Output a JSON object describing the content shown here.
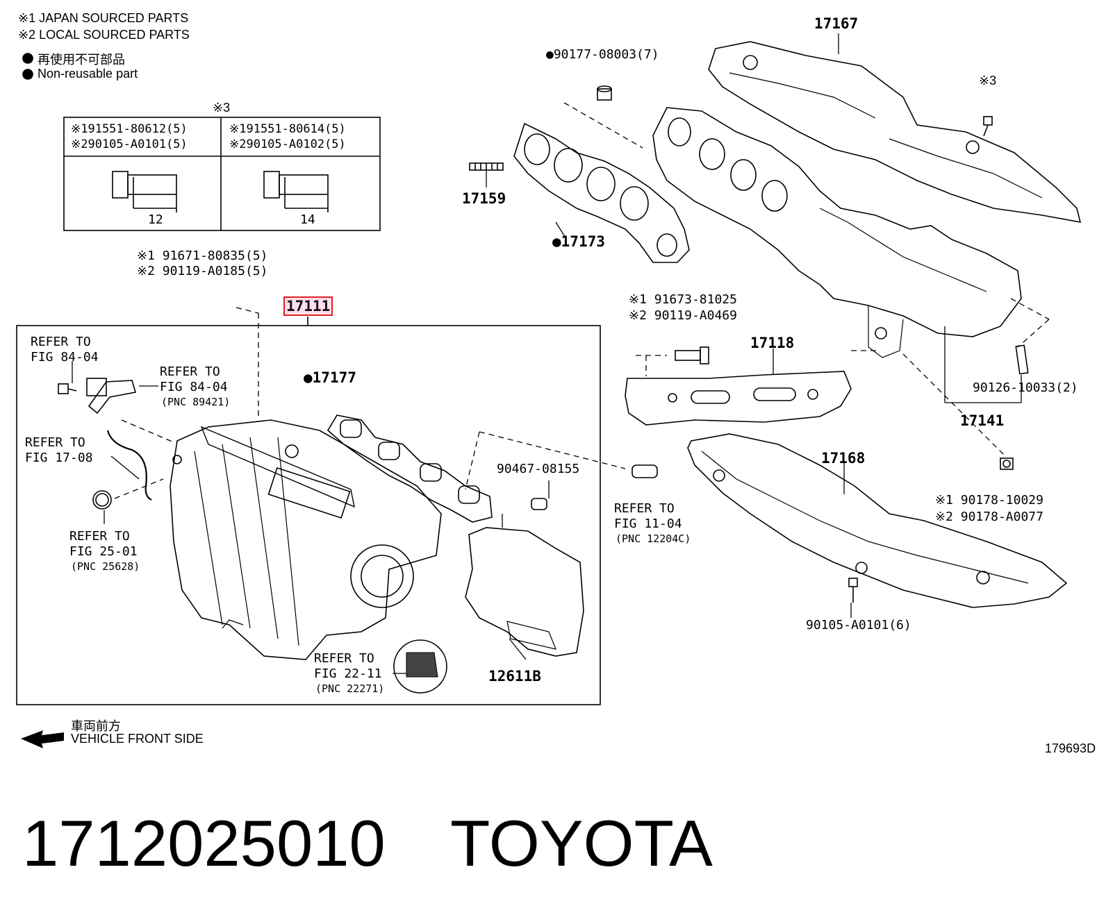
{
  "legend": {
    "note1": "※1 JAPAN SOURCED PARTS",
    "note2": "※2 LOCAL SOURCED PARTS",
    "nonreuse_jp": "再使用不可部品",
    "nonreuse_en": "Non-reusable part"
  },
  "bolt_table": {
    "group_mark": "※3",
    "left": {
      "pn1": "※191551-80612(5)",
      "pn2": "※290105-A0101(5)",
      "dim": "12"
    },
    "right": {
      "pn1": "※191551-80614(5)",
      "pn2": "※290105-A0102(5)",
      "dim": "14"
    }
  },
  "callouts": {
    "p17167": "17167",
    "p90177": "90177-08003(7)",
    "p17159": "17159",
    "p17173": "17173",
    "mark3": "※3",
    "p91671_1": "※1 91671-80835(5)",
    "p91671_2": "※2 90119-A0185(5)",
    "p17111": "17111",
    "p91673_1": "※1 91673-81025",
    "p91673_2": "※2 90119-A0469",
    "p17118": "17118",
    "p90126": "90126-10033(2)",
    "p17141": "17141",
    "p17177": "17177",
    "p90467": "90467-08155",
    "p17168": "17168",
    "p90178_1": "※1 90178-10029",
    "p90178_2": "※2 90178-A0077",
    "p90105": "90105-A0101(6)",
    "p12611": "12611B"
  },
  "refs": {
    "r1_a": "REFER TO",
    "r1_b": "FIG 84-04",
    "r2_a": "REFER TO",
    "r2_b": "FIG 84-04",
    "r2_c": "(PNC 89421)",
    "r3_a": "REFER TO",
    "r3_b": "FIG 17-08",
    "r4_a": "REFER TO",
    "r4_b": "FIG 25-01",
    "r4_c": "(PNC 25628)",
    "r5_a": "REFER TO",
    "r5_b": "FIG 11-04",
    "r5_c": "(PNC 12204C)",
    "r6_a": "REFER TO",
    "r6_b": "FIG 22-11",
    "r6_c": "(PNC 22271)"
  },
  "direction": {
    "jp": "車両前方",
    "en": "VEHICLE FRONT SIDE"
  },
  "figure_id": "179693D",
  "footer": {
    "part_number": "1712025010",
    "brand": "TOYOTA"
  }
}
